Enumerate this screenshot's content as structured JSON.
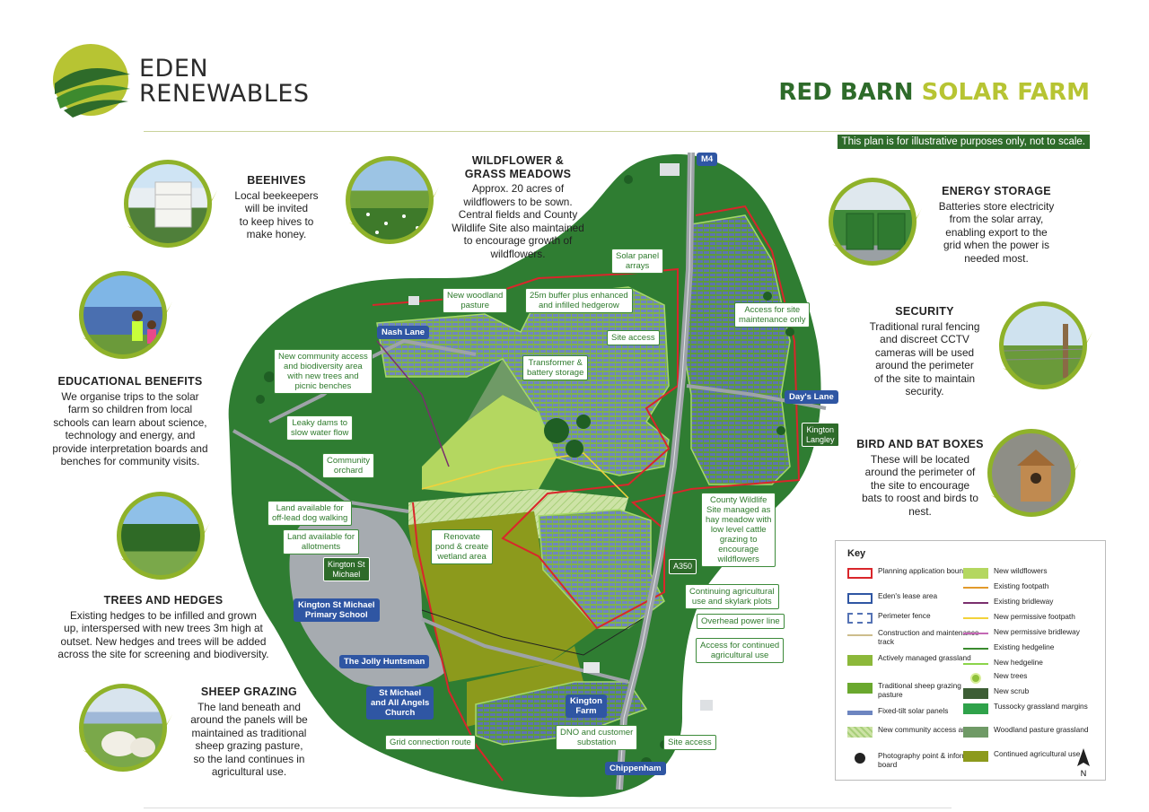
{
  "brand": {
    "name_line1": "EDEN",
    "name_line2": "RENEWABLES"
  },
  "title": {
    "part1": "RED BARN",
    "part2": "SOLAR FARM"
  },
  "disclaimer": "This plan is for illustrative purposes only, not to scale.",
  "features": [
    {
      "id": "beehives",
      "heading": "BEEHIVES",
      "lines": [
        "Local beekeepers",
        "will be invited",
        "to keep hives to",
        "make honey."
      ]
    },
    {
      "id": "wildflower",
      "heading_lines": [
        "WILDFLOWER &",
        "GRASS MEADOWS"
      ],
      "lines": [
        "Approx. 20 acres of",
        "wildflowers to be sown.",
        "Central fields and County",
        "Wildlife Site also maintained",
        "to encourage growth of",
        "wildflowers."
      ]
    },
    {
      "id": "energy",
      "heading": "ENERGY STORAGE",
      "lines": [
        "Batteries store electricity",
        "from the solar array,",
        "enabling export to the",
        "grid when the power is",
        "needed most."
      ]
    },
    {
      "id": "education",
      "heading": "EDUCATIONAL BENEFITS",
      "lines": [
        "We organise trips to the solar",
        "farm so children from local",
        "schools can learn about science,",
        "technology and energy, and",
        "provide interpretation boards and",
        "benches for community visits."
      ]
    },
    {
      "id": "security",
      "heading": "SECURITY",
      "lines": [
        "Traditional rural fencing",
        "and discreet CCTV",
        "cameras will be used",
        "around the perimeter",
        "of the site to maintain",
        "security."
      ]
    },
    {
      "id": "birdbat",
      "heading": "BIRD AND BAT BOXES",
      "lines": [
        "These will be located",
        "around the perimeter of",
        "the site to encourage",
        "bats to roost and birds to",
        "nest."
      ]
    },
    {
      "id": "trees",
      "heading": "TREES AND HEDGES",
      "lines": [
        "Existing hedges to be infilled and grown",
        "up, interspersed with new trees 3m high at",
        "outset. New hedges and trees will be added",
        "across the site for screening and biodiversity."
      ]
    },
    {
      "id": "sheep",
      "heading": "SHEEP GRAZING",
      "lines": [
        "The land beneath and",
        "around the panels will be",
        "maintained as traditional",
        "sheep grazing pasture,",
        "so the land continues in",
        "agricultural use."
      ]
    }
  ],
  "map_labels": {
    "solar_panel_arrays": [
      "Solar panel",
      "arrays"
    ],
    "new_woodland": [
      "New woodland",
      "pasture"
    ],
    "buffer": [
      "25m buffer plus enhanced",
      "and infilled hedgerow"
    ],
    "access_maintenance": [
      "Access for site",
      "maintenance only"
    ],
    "site_access_top": [
      "Site access"
    ],
    "transformer": [
      "Transformer &",
      "battery storage"
    ],
    "community_access": [
      "New community access",
      "and biodiversity area",
      "with new trees and",
      "picnic benches"
    ],
    "leaky_dams": [
      "Leaky dams to",
      "slow water flow"
    ],
    "community_orchard": [
      "Community",
      "orchard"
    ],
    "dog_walking": [
      "Land available for",
      "off-lead dog walking"
    ],
    "allotments": [
      "Land available for",
      "allotments"
    ],
    "renovate_pond": [
      "Renovate",
      "pond & create",
      "wetland area"
    ],
    "county_wildlife": [
      "County Wildlife",
      "Site managed as",
      "hay meadow with",
      "low level cattle",
      "grazing to",
      "encourage",
      "wildflowers"
    ],
    "continuing_agri": [
      "Continuing agricultural",
      "use and skylark plots"
    ],
    "power_line": [
      "Overhead power line"
    ],
    "access_agri": [
      "Access for continued",
      "agricultural use"
    ],
    "dno": [
      "DNO and customer",
      "substation"
    ],
    "site_access_bottom": [
      "Site access"
    ],
    "grid_route": [
      "Grid connection route"
    ]
  },
  "places": {
    "m4": "M4",
    "nash_lane": "Nash Lane",
    "days_lane": "Day's Lane",
    "kington_langley": [
      "Kington",
      "Langley"
    ],
    "a350": "A350",
    "kington_st_michael": [
      "Kington St",
      "Michael"
    ],
    "primary_school": [
      "Kington St Michael",
      "Primary School"
    ],
    "jolly_huntsman": "The Jolly Huntsman",
    "church": [
      "St Michael",
      "and All Angels",
      "Church"
    ],
    "kington_farm": [
      "Kington",
      "Farm"
    ],
    "chippenham": "Chippenham"
  },
  "key": {
    "title": "Key",
    "left": [
      {
        "label": "Planning application boundary",
        "swatch": "red-outline",
        "color": "#d9262b"
      },
      {
        "label": "Eden's lease area",
        "swatch": "blue-outline",
        "color": "#2f56a3"
      },
      {
        "label": "Perimeter fence",
        "swatch": "dashed-outline",
        "color": "#5573b5"
      },
      {
        "label": "Construction and maintenance track",
        "swatch": "track",
        "color": "#cdbd8c"
      },
      {
        "label": "Actively managed grassland",
        "swatch": "fill",
        "color": "#8cb83a"
      },
      {
        "label": "Traditional sheep grazing pasture",
        "swatch": "fill",
        "color": "#6aa82e"
      },
      {
        "label": "Fixed-tilt solar panels",
        "swatch": "panels",
        "color": "#6d85c0"
      },
      {
        "label": "New community access area",
        "swatch": "hatch",
        "color": "#b9d98c"
      },
      {
        "label": "Photography point & information board",
        "swatch": "camera-icon",
        "color": "#222222"
      }
    ],
    "right": [
      {
        "label": "New wildflowers",
        "swatch": "fill",
        "color": "#b4d760"
      },
      {
        "label": "Existing footpath",
        "swatch": "line",
        "color": "#e29a2b"
      },
      {
        "label": "Existing bridleway",
        "swatch": "line",
        "color": "#7a2f6e"
      },
      {
        "label": "New permissive footpath",
        "swatch": "line",
        "color": "#f3d23a"
      },
      {
        "label": "New permissive bridleway",
        "swatch": "line",
        "color": "#c468b5"
      },
      {
        "label": "Existing hedgeline",
        "swatch": "line",
        "color": "#3a8a2e"
      },
      {
        "label": "New hedgeline",
        "swatch": "line",
        "color": "#8bd44a"
      },
      {
        "label": "New trees",
        "swatch": "tree-icon",
        "color": "#8fc13a"
      },
      {
        "label": "New scrub",
        "swatch": "fill",
        "color": "#3d5e35"
      },
      {
        "label": "Tussocky grassland margins",
        "swatch": "fill",
        "color": "#2fa24a"
      },
      {
        "label": "Woodland pasture grassland",
        "swatch": "fill",
        "color": "#6f9a66"
      },
      {
        "label": "Continued agricultural use",
        "swatch": "fill",
        "color": "#8c9a1c"
      }
    ]
  },
  "colors": {
    "dark_green": "#2e6b2a",
    "lime": "#b7c433",
    "map_base": "#2f7d32",
    "road": "#9ea3a8",
    "place_blue": "#2f56a3",
    "boundary_red": "#d9262b"
  },
  "compass": "N"
}
